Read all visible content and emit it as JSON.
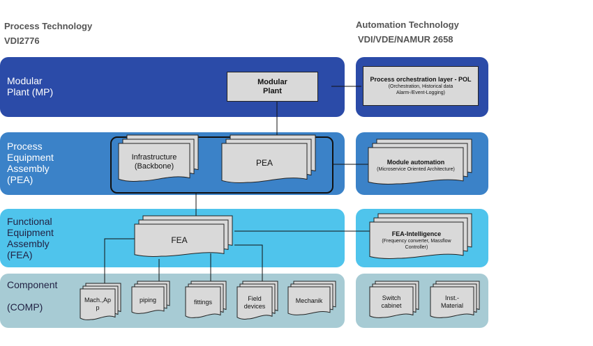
{
  "left_header": {
    "title": "Process Technology",
    "subtitle": "VDI2776"
  },
  "right_header": {
    "title": "Automation Technology",
    "subtitle": "VDI/VDE/NAMUR 2658"
  },
  "layers": {
    "mp": "Modular\nPlant (MP)",
    "pea": "Process\nEquipment\nAssembly\n(PEA)",
    "fea": "Functional\nEquipment\nAssembly\n(FEA)",
    "comp": "Component\n\n(COMP)"
  },
  "modular_plant": "Modular\nPlant",
  "infrastructure": "Infrastructure\n(Backbone)",
  "pea": "PEA",
  "fea": "FEA",
  "components": [
    "Mach.,Ap\np",
    "piping",
    "fittings",
    "Field\ndevices",
    "Mechanik"
  ],
  "pol": {
    "title": "Process orchestration layer - POL",
    "detail": "(Orchestration, Historical data\nAlarm-/Event-Logging)"
  },
  "module_automation": {
    "title": "Module automation",
    "detail": "(Microservice Oriented Architecture)"
  },
  "fea_intelligence": {
    "title": "FEA-Intelligence",
    "detail": "(Frequency converter, Massflow\nController)"
  },
  "automation_components": [
    "Switch\ncabinet",
    "Inst.-\nMaterial"
  ],
  "colors": {
    "mp_band": "#2b4ba8",
    "pea_band": "#3b82c8",
    "fea_band": "#4fc4ec",
    "comp_band": "#a7cbd4",
    "element_fill": "#d9d9d9"
  }
}
